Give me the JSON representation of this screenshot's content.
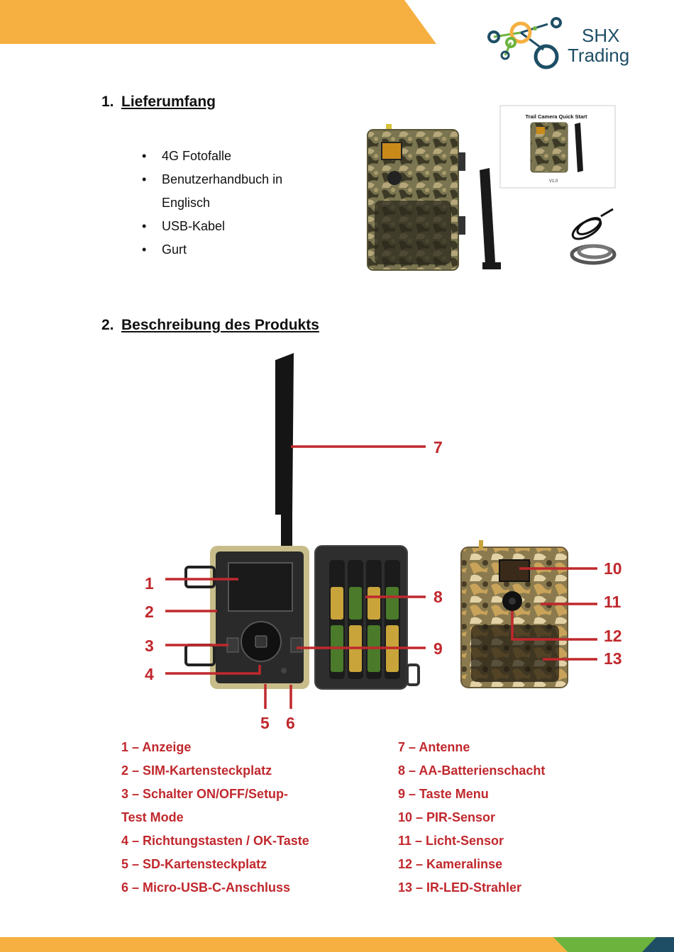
{
  "brand": {
    "line1": "SHX",
    "line2": "Trading"
  },
  "section1": {
    "number": "1.",
    "title": "Lieferumfang",
    "items": [
      "4G Fotofalle",
      "Benutzerhandbuch in",
      "Englisch",
      "USB-Kabel",
      "Gurt"
    ],
    "quickstart_title": "Trail Camera Quick Start",
    "quickstart_version": "V1.0"
  },
  "section2": {
    "number": "2.",
    "title": "Beschreibung des Produkts",
    "callouts": [
      "1",
      "2",
      "3",
      "4",
      "5",
      "6",
      "7",
      "8",
      "9",
      "10",
      "11",
      "12",
      "13"
    ],
    "legend_left": [
      "1 – Anzeige",
      "2 – SIM-Kartensteckplatz",
      "3 – Schalter ON/OFF/Setup-",
      "Test Mode",
      "4 – Richtungstasten / OK-Taste",
      "5 – SD-Kartensteckplatz",
      "6 – Micro-USB-C-Anschluss"
    ],
    "legend_right": [
      "7 – Antenne",
      "8 – AA-Batterienschacht",
      "9 – Taste Menu",
      "10 – PIR-Sensor",
      "11 – Licht-Sensor",
      "12 – Kameralinse",
      "13 – IR-LED-Strahler"
    ]
  },
  "colors": {
    "orange": "#f5b041",
    "green": "#6cb33e",
    "navy": "#1e4e66",
    "red": "#c0282d"
  }
}
